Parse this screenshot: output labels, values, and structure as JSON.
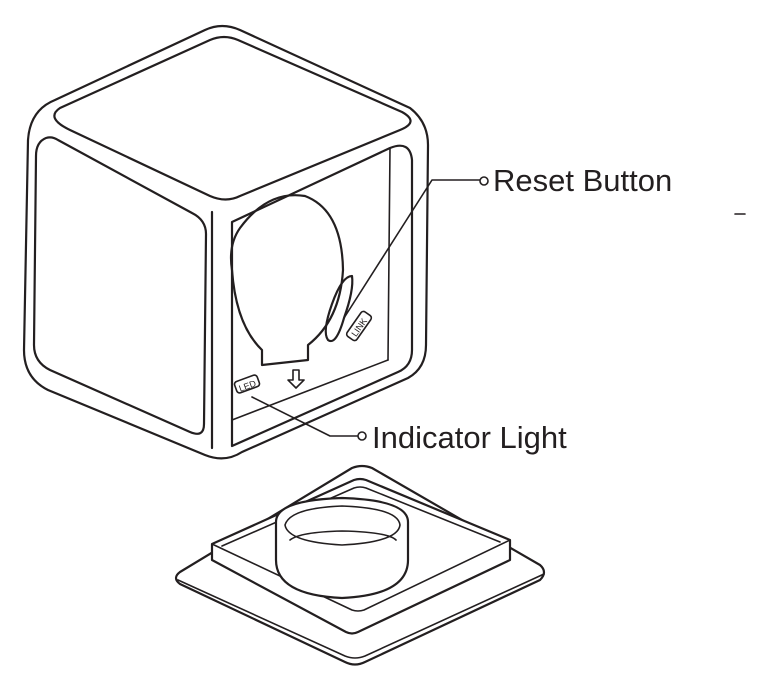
{
  "callouts": {
    "reset_button": "Reset Button",
    "indicator_light": "Indicator Light"
  },
  "device_markings": {
    "led": "LED",
    "link": "LINK"
  },
  "colors": {
    "line": "#231f20",
    "background": "#ffffff"
  }
}
